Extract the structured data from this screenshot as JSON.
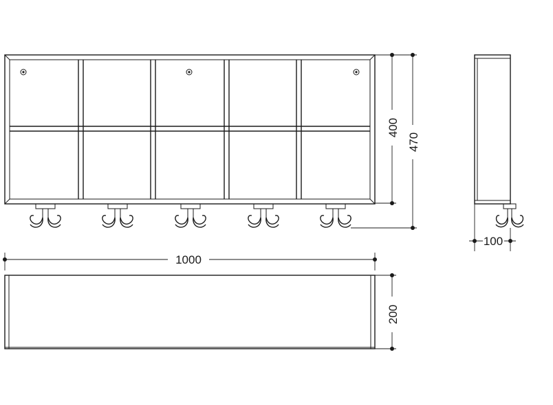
{
  "drawing": {
    "dimensions": {
      "width_total": "1000",
      "height_cubbies": "400",
      "height_total": "470",
      "depth_shelf": "200",
      "depth_hook": "100"
    },
    "line_color": "#1a1a1a",
    "background": "#ffffff",
    "hook_count": 5,
    "cubby_columns": 5,
    "cubby_rows": 2
  }
}
